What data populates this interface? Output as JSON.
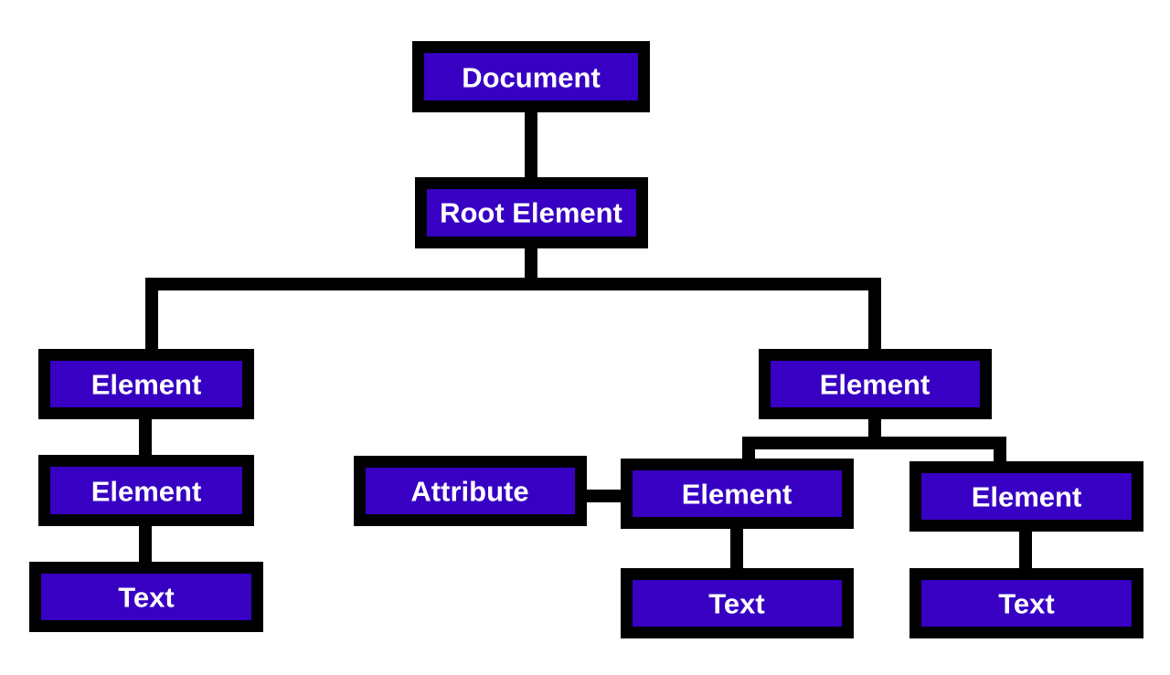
{
  "colors": {
    "node_fill": "#3700c2",
    "node_border": "#000000",
    "node_text": "#ffffff",
    "connector": "#000000",
    "background": "#ffffff"
  },
  "nodes": {
    "document": {
      "label": "Document"
    },
    "root_element": {
      "label": "Root Element"
    },
    "element_left": {
      "label": "Element"
    },
    "element_left_child": {
      "label": "Element"
    },
    "text_left": {
      "label": "Text"
    },
    "element_right": {
      "label": "Element"
    },
    "attribute": {
      "label": "Attribute"
    },
    "element_right_a": {
      "label": "Element"
    },
    "element_right_b": {
      "label": "Element"
    },
    "text_right_a": {
      "label": "Text"
    },
    "text_right_b": {
      "label": "Text"
    }
  }
}
